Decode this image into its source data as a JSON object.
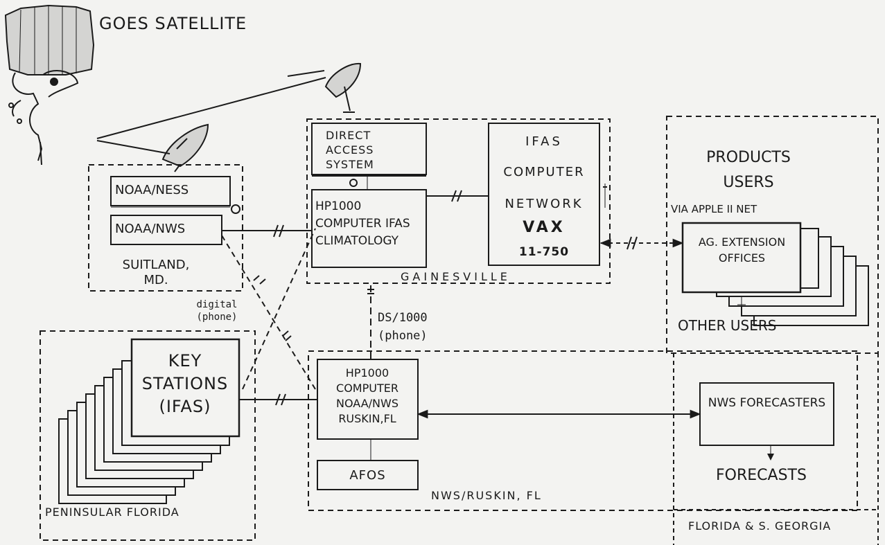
{
  "satellite": {
    "title": "GOES SATELLITE"
  },
  "suitland": {
    "box1": "NOAA/NESS",
    "box2": "NOAA/NWS",
    "label": "SUITLAND, MD.",
    "link_note": "digital (phone)"
  },
  "gainesville": {
    "das": "DIRECT ACCESS SYSTEM",
    "hp1000": "HP1000 COMPUTER IFAS CLIMATOLOGY",
    "ifas_line1": "IFAS",
    "ifas_line2": "COMPUTER",
    "ifas_line3": "NETWORK",
    "vax": "VAX",
    "vax_model": "11-750",
    "label": "GAINESVILLE"
  },
  "ds_link": "DS/1000 (phone)",
  "ruskin": {
    "hp1000": "HP1000 COMPUTER NOAA/NWS RUSKIN,FL",
    "afos": "AFOS",
    "label": "NWS/RUSKIN, FL"
  },
  "peninsular": {
    "key_stations": "KEY STATIONS (IFAS)",
    "label": "PENINSULAR FLORIDA"
  },
  "products": {
    "heading": "PRODUCTS USERS",
    "via": "VIA APPLE II NET",
    "ag": "AG. EXTENSION OFFICES",
    "other": "OTHER USERS",
    "nws": "NWS FORECASTERS",
    "forecasts": "FORECASTS",
    "region": "FLORIDA & S. GEORGIA"
  }
}
